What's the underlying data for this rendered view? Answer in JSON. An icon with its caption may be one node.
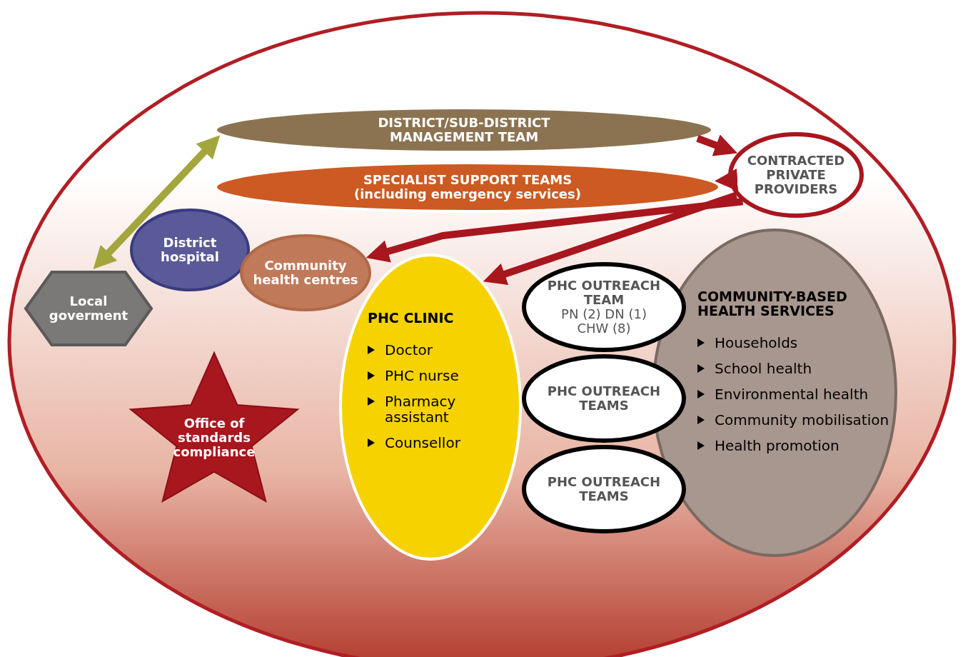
{
  "diagram": {
    "nodes": [
      {
        "text": [
          "DISTRICT/SUB-DISTRICT MANAGEMENT TEAM"
        ]
      },
      {
        "text": [
          "SPECIALIST SUPPORT TEAMS",
          "(including emergency services)"
        ]
      },
      {
        "text": [
          "CONTRACTED PRIVATE PROVIDERS"
        ]
      },
      {
        "text": [
          "District hospital"
        ]
      },
      {
        "text": [
          "Community health centres"
        ]
      },
      {
        "text": [
          "Local goverment"
        ]
      },
      {
        "text": [
          "Office of standards compliance"
        ]
      },
      {
        "text": [
          "PHC CLINIC",
          "Doctor",
          "PHC nurse",
          "Pharmacy assistant",
          "Counsellor"
        ]
      },
      {
        "text": [
          "PHC OUTREACH TEAM",
          "PN (2) DN (1) CHW (8)"
        ]
      },
      {
        "text": [
          "PHC OUTREACH TEAMS"
        ]
      },
      {
        "text": [
          "PHC OUTREACH TEAMS"
        ]
      },
      {
        "text": [
          "COMMUNITY-BASED HEALTH SERVICES",
          "Households",
          "School health",
          "Environmental health",
          "Community mobilisation",
          "Health promotion"
        ]
      }
    ],
    "edges": [
      {
        "from": 5,
        "to": 0,
        "arrow": "both",
        "color": "#a3a63c"
      },
      {
        "from": 0,
        "to": 2,
        "arrow": "to"
      },
      {
        "from": 2,
        "to": 1,
        "arrow": "to"
      },
      {
        "from": 2,
        "to": 7,
        "arrow": "to"
      },
      {
        "from": 2,
        "to": 4,
        "arrow": "to"
      }
    ]
  }
}
